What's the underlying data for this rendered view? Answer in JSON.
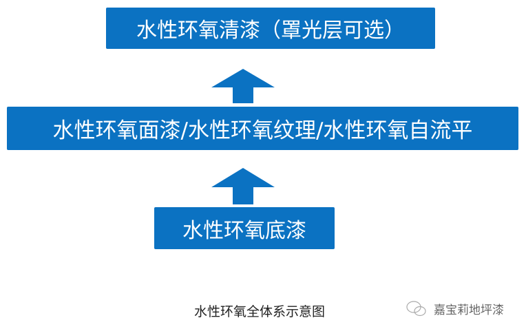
{
  "diagram": {
    "top_box": "水性环氧清漆（罩光层可选）",
    "middle_box": "水性环氧面漆/水性环氧纹理/水性环氧自流平",
    "bottom_box": "水性环氧底漆",
    "caption": "水性环氧全体系示意图",
    "colors": {
      "box": "#0b72c2",
      "arrow": "#0b72c2",
      "text": "#ffffff"
    }
  },
  "watermark": {
    "icon": "wechat-icon",
    "text": "嘉宝莉地坪漆"
  }
}
